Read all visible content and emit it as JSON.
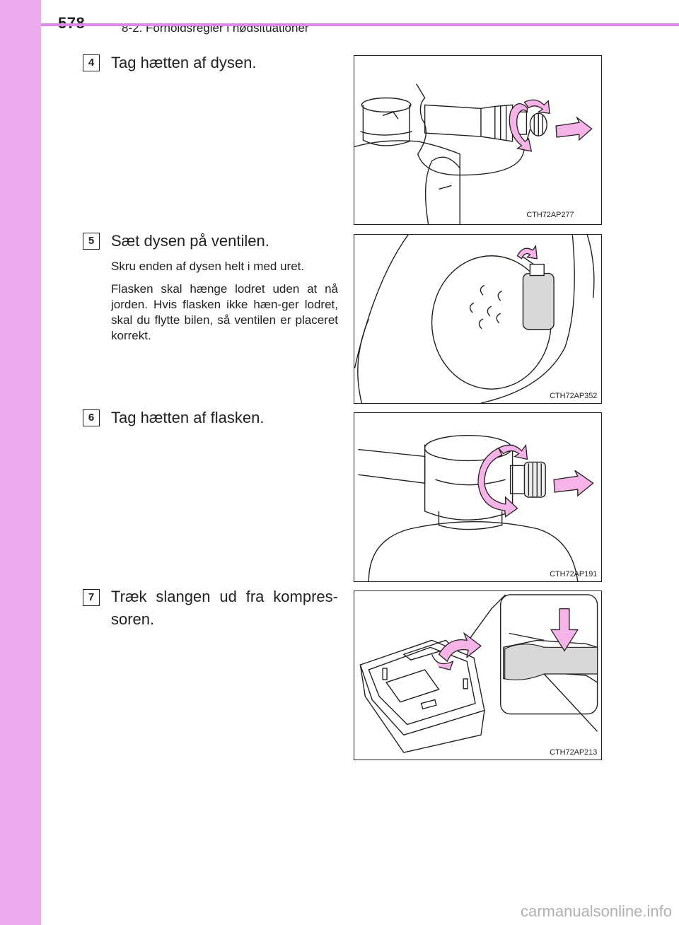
{
  "header": {
    "page_number": "578",
    "section": "8-2. Forholdsregler i nødsituationer"
  },
  "steps": [
    {
      "number": "4",
      "title": "Tag hætten af dysen.",
      "figure_code": "CTH72AP277"
    },
    {
      "number": "5",
      "title": "Sæt dysen på ventilen.",
      "paragraphs": [
        "Skru enden af dysen helt i med uret.",
        "Flasken skal hænge lodret uden at nå jorden. Hvis flasken ikke hæn-ger lodret, skal du flytte bilen, så ventilen er placeret korrekt."
      ],
      "figure_code": "CTH72AP352"
    },
    {
      "number": "6",
      "title": "Tag hætten af flasken.",
      "figure_code": "CTH72AP191"
    },
    {
      "number": "7",
      "title": "Træk slangen ud fra kompres-soren.",
      "figure_code": "CTH72AP213"
    }
  ],
  "colors": {
    "band": "#eeaaf0",
    "header_rule": "#dd88e6",
    "arrow_fill": "#f6b3e8",
    "ink": "#231f20"
  },
  "watermark": "carmanualsonline.info"
}
